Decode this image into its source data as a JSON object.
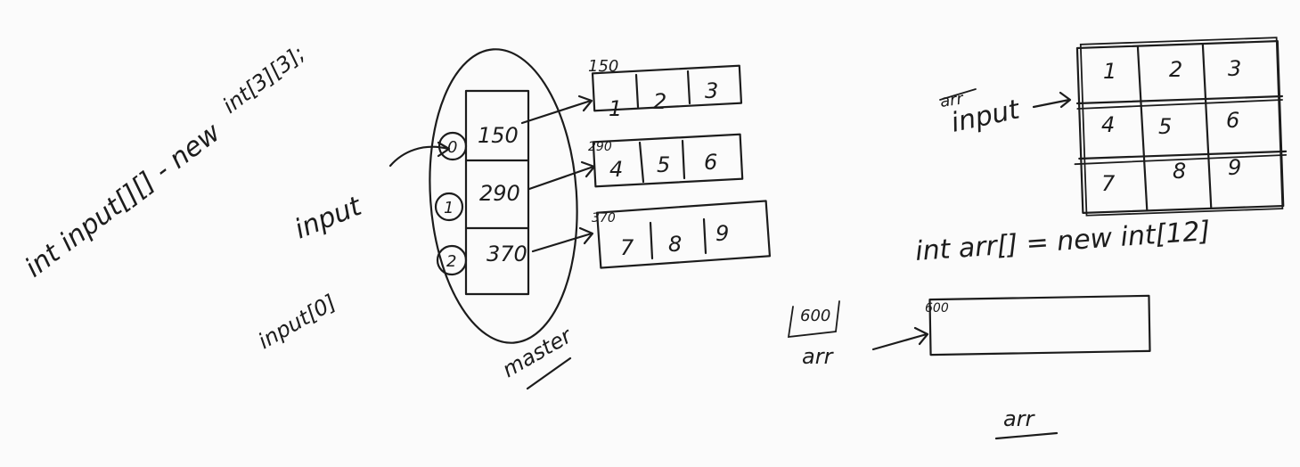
{
  "declaration": {
    "line1": "int input[][] - new",
    "line2": "int[3][3];"
  },
  "input_label": "input",
  "input0_label": "input[0]",
  "master": {
    "label": "master",
    "indices": [
      "0",
      "1",
      "2"
    ],
    "addresses": [
      "150",
      "290",
      "370"
    ]
  },
  "rows": [
    {
      "address": "150",
      "values": [
        "1",
        "2",
        "3"
      ]
    },
    {
      "address": "290",
      "values": [
        "4",
        "5",
        "6"
      ]
    },
    {
      "address": "370",
      "values": [
        "7",
        "8",
        "9"
      ]
    }
  ],
  "grid": {
    "crossed_label": "arr",
    "label": "input",
    "cells": [
      [
        "1",
        "2",
        "3"
      ],
      [
        "4",
        "5",
        "6"
      ],
      [
        "7",
        "8",
        "9"
      ]
    ]
  },
  "array_decl": "int arr[] = new int[12]",
  "arr_box": {
    "address": "600",
    "label": "arr",
    "address_boxed": "600"
  },
  "bottom_label": "arr"
}
